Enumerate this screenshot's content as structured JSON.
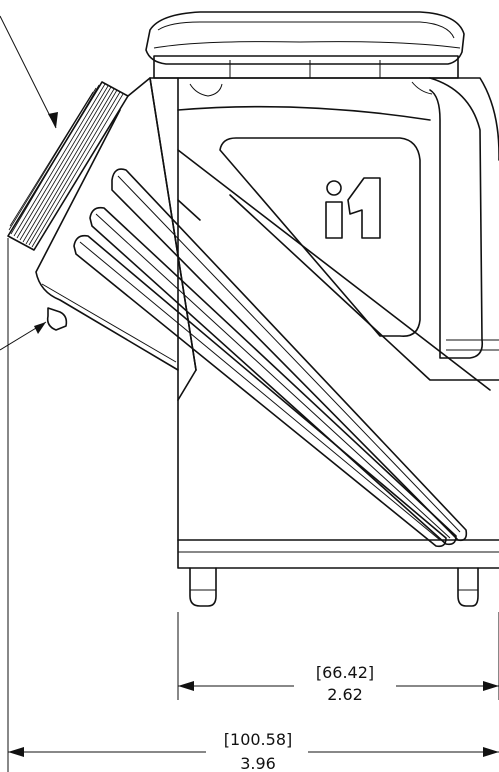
{
  "drawing": {
    "logo_text": "i1",
    "dimensions": [
      {
        "id": "body-width",
        "metric": "[66.42]",
        "imperial": "2.62"
      },
      {
        "id": "overall-width",
        "metric": "[100.58]",
        "imperial": "3.96"
      }
    ]
  }
}
